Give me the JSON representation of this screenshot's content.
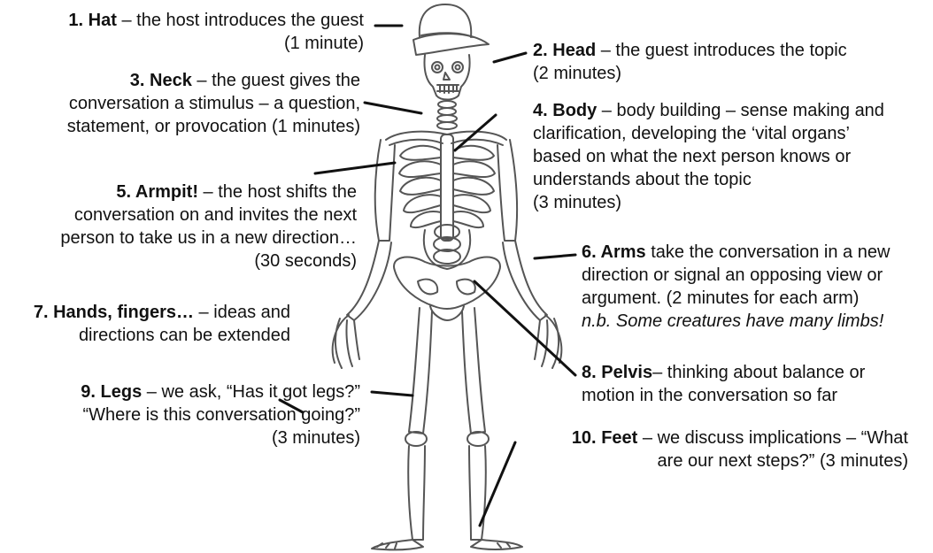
{
  "annotations": [
    {
      "id": "hat",
      "num": "1.",
      "name": "Hat",
      "sep": " – ",
      "text": "the host introduces the guest",
      "line2": "(1 minute)"
    },
    {
      "id": "head",
      "num": "2.",
      "name": "Head",
      "sep": " – ",
      "text": "the guest introduces the topic",
      "line2": "(2 minutes)"
    },
    {
      "id": "neck",
      "num": "3.",
      "name": "Neck",
      "sep": " – ",
      "text": "the guest gives the",
      "line2": "conversation a stimulus – a question,",
      "line3": "statement, or provocation (1 minutes)"
    },
    {
      "id": "body",
      "num": "4.",
      "name": "Body",
      "sep": " – ",
      "text": "body building – sense making and",
      "line2": "clarification, developing the ‘vital organs’",
      "line3": "based on what the next person knows or",
      "line4": "understands about the topic",
      "line5": "(3 minutes)"
    },
    {
      "id": "armpit",
      "num": "5.",
      "name": "Armpit!",
      "sep": " – ",
      "text": "the host shifts the",
      "line2": "conversation on and invites the next",
      "line3": "person to take us in a new direction…",
      "line4": "(30 seconds)"
    },
    {
      "id": "arms",
      "num": "6.",
      "name": "Arms",
      "sep": " ",
      "text": "take the conversation in a new",
      "line2": "direction or signal an opposing view or",
      "line3": "argument. (2 minutes for each arm)",
      "line4": "n.b. Some creatures have many limbs!"
    },
    {
      "id": "hands",
      "num": "7.",
      "name": "Hands, fingers…",
      "sep": " – ",
      "text": "ideas and",
      "line2": "directions can be extended"
    },
    {
      "id": "pelvis",
      "num": "8.",
      "name": "Pelvis",
      "sep": "– ",
      "text": "thinking about balance or",
      "line2": "motion in the conversation so far"
    },
    {
      "id": "legs",
      "num": "9.",
      "name": "Legs",
      "sep": " – ",
      "text": "we ask, “Has it got legs?”",
      "line2": "“Where is this conversation going?”",
      "line3": "(3 minutes)"
    },
    {
      "id": "feet",
      "num": "10.",
      "name": "Feet",
      "sep": " – ",
      "text": "we discuss implications – “What",
      "line2": "are our next steps?” (3 minutes)"
    }
  ],
  "colors": {
    "ink": "#111111",
    "sketch": "#555555"
  }
}
